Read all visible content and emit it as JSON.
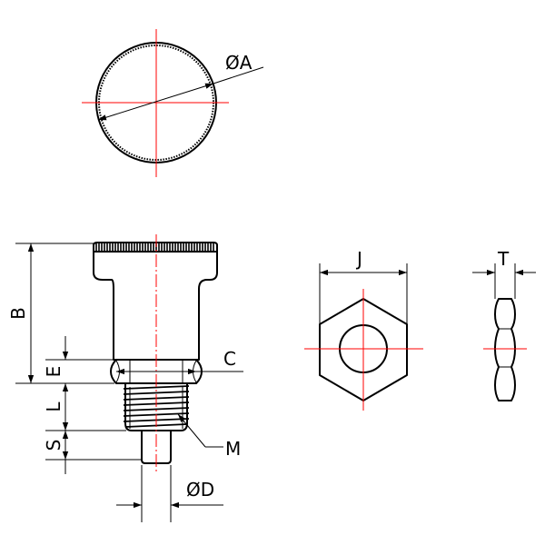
{
  "drawing": {
    "labels": {
      "dia_a": "ØA",
      "b": "B",
      "c": "C",
      "e": "E",
      "l": "L",
      "s": "S",
      "m": "M",
      "dia_d": "ØD",
      "j": "J",
      "t": "T"
    },
    "colors": {
      "outline": "#000000",
      "centerline": "#ff0000"
    }
  }
}
